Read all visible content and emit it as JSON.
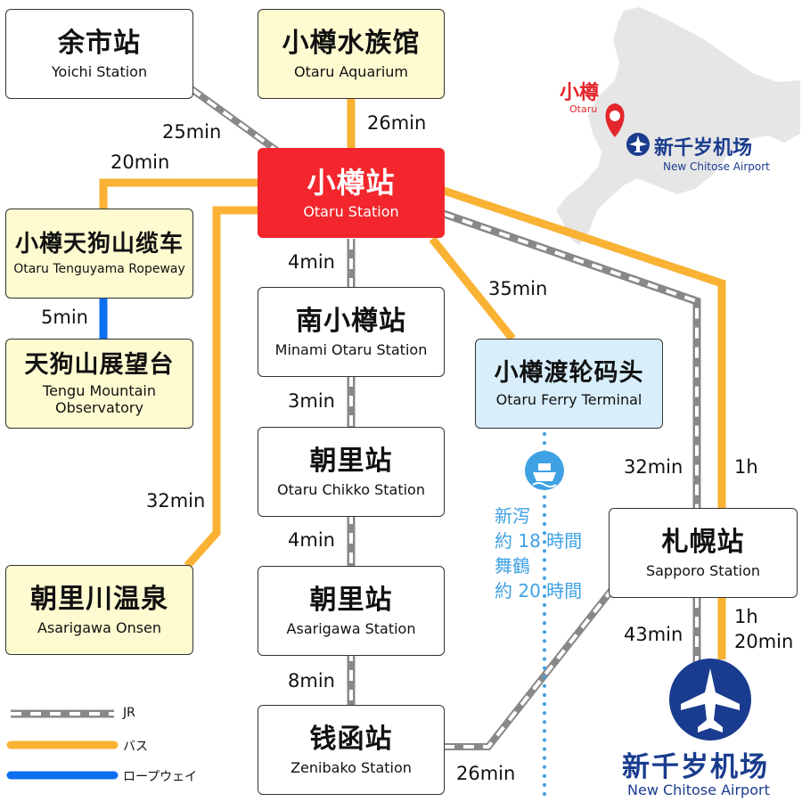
{
  "stations": {
    "yoichi": {
      "zh": "余市站",
      "en": "Yoichi Station"
    },
    "aquarium": {
      "zh": "小樽水族馆",
      "en": "Otaru Aquarium"
    },
    "otaru": {
      "zh": "小樽站",
      "en": "Otaru Station"
    },
    "ropeway": {
      "zh": "小樽天狗山缆车",
      "en": "Otaru Tenguyama Ropeway"
    },
    "observatory": {
      "zh": "天狗山展望台",
      "en": "Tengu Mountain Observatory"
    },
    "minami": {
      "zh": "南小樽站",
      "en": "Minami Otaru Station"
    },
    "chikko": {
      "zh": "朝里站",
      "en": "Otaru Chikko Station"
    },
    "asarigawa": {
      "zh": "朝里站",
      "en": "Asarigawa Station"
    },
    "zenibako": {
      "zh": "钱函站",
      "en": "Zenibako Station"
    },
    "ferry": {
      "zh": "小樽渡轮码头",
      "en": "Otaru Ferry Terminal"
    },
    "sapporo": {
      "zh": "札幌站",
      "en": "Sapporo Station"
    },
    "onsen": {
      "zh": "朝里川温泉",
      "en": "Asarigawa Onsen"
    }
  },
  "times": {
    "yoichi": "25min",
    "ropeway_bus": "20min",
    "aquarium": "26min",
    "minami": "4min",
    "chikko": "3min",
    "asarigawa": "4min",
    "zenibako": "8min",
    "ferry": "35min",
    "ropeway_link": "5min",
    "onsen": "32min",
    "jr_sapporo": "32min",
    "bus_sapporo": "1h",
    "jr_airport": "43min",
    "bus_airport_1": "1h",
    "bus_airport_2": "20min",
    "zenibako_airport": "26min"
  },
  "ferry_routes": [
    "新泻",
    "約 18 時間",
    "舞鶴",
    "約 20 時間"
  ],
  "inset_map": {
    "otaru_label": "小樽",
    "otaru_label_en": "Otaru",
    "airport_label": "新千岁机场",
    "airport_label_en": "New Chitose Airport"
  },
  "airport": {
    "zh": "新千岁机场",
    "en": "New Chitose Airport"
  },
  "legend": [
    {
      "label": "JR"
    },
    {
      "label": "バス"
    },
    {
      "label": "ロープウェイ"
    }
  ],
  "colors": {
    "jr": "#a8a8a8",
    "bus": "#f9b233",
    "ropeway": "#0d6ff0",
    "ferry": "#3fa1e3",
    "highlight": "#f2262c",
    "airport": "#1a3c8f"
  }
}
